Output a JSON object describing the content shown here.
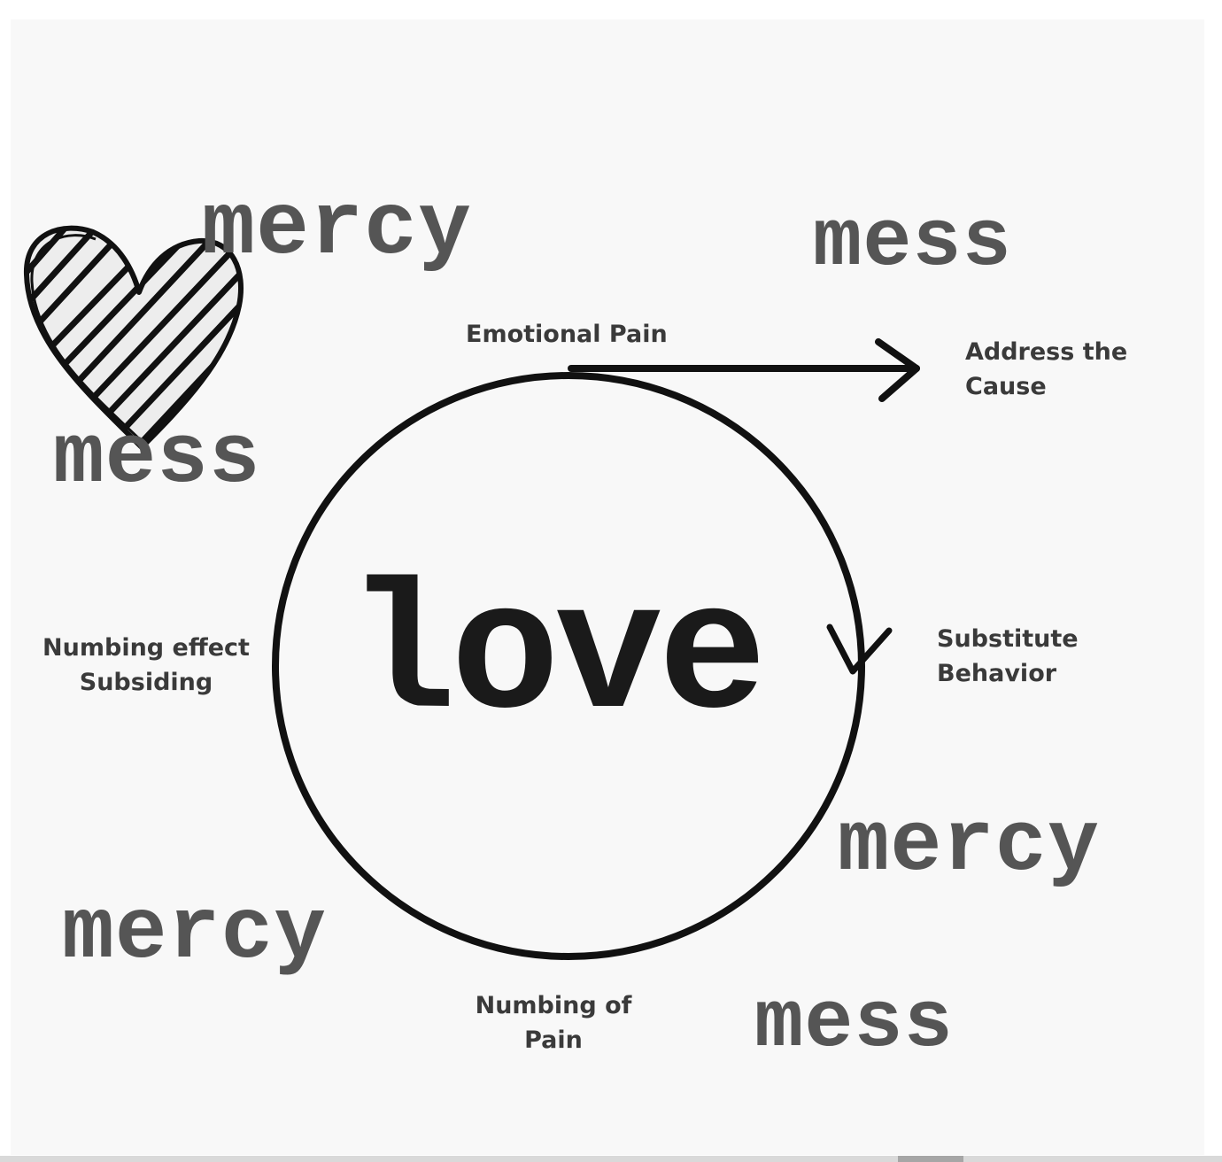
{
  "diagram": {
    "center_word": "love",
    "words": {
      "mercy_top": "mercy",
      "mess_top": "mess",
      "mess_left": "mess",
      "mercy_right": "mercy",
      "mercy_left": "mercy",
      "mess_bottom": "mess"
    },
    "cycle_labels": {
      "emotional_pain": "Emotional Pain",
      "address_cause_line1": "Address the",
      "address_cause_line2": "Cause",
      "substitute_line1": "Substitute",
      "substitute_line2": "Behavior",
      "numbing_line1": "Numbing of",
      "numbing_line2": "Pain",
      "subsiding_line1": "Numbing effect",
      "subsiding_line2": "Subsiding"
    },
    "icons": [
      "scribbled-heart-icon",
      "arrow-right-icon",
      "arrow-down-icon"
    ],
    "colors": {
      "background": "#f8f8f8",
      "stroke": "#111111",
      "word_gray": "#555555",
      "label_gray": "#3a3a3a"
    }
  }
}
